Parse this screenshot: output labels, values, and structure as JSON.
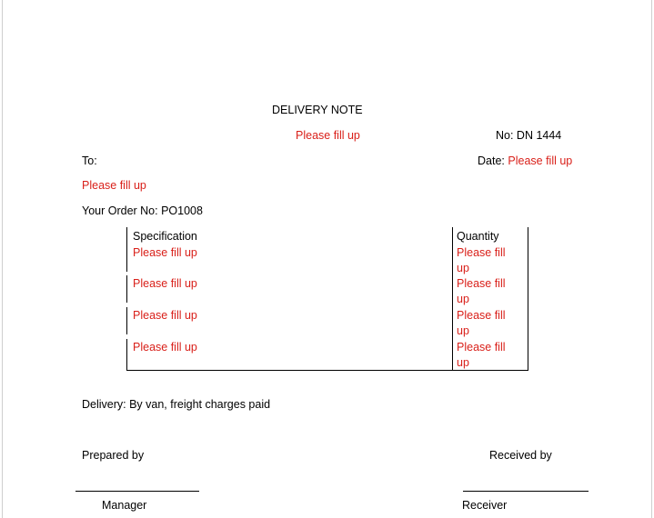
{
  "document": {
    "title": "DELIVERY NOTE",
    "placeholder": "Please fill up",
    "number_label": "No: DN 1444",
    "to_label": "To:",
    "date_label": "Date:",
    "order_line": "Your Order No: PO1008",
    "delivery_line": "Delivery: By van, freight charges paid",
    "prepared_by": "Prepared by",
    "received_by": "Received by",
    "manager": "Manager",
    "receiver": "Receiver"
  },
  "table": {
    "headers": [
      "Specification",
      "Quantity"
    ],
    "rows": [
      {
        "specification": "Please fill up",
        "quantity": "Please fill up"
      },
      {
        "specification": "Please fill up",
        "quantity": "Please fill up"
      },
      {
        "specification": "Please fill up",
        "quantity": "Please fill up"
      },
      {
        "specification": "Please fill up",
        "quantity": "Please fill up"
      }
    ]
  },
  "colors": {
    "placeholder_text": "#d9201a",
    "body_text": "#000000"
  }
}
